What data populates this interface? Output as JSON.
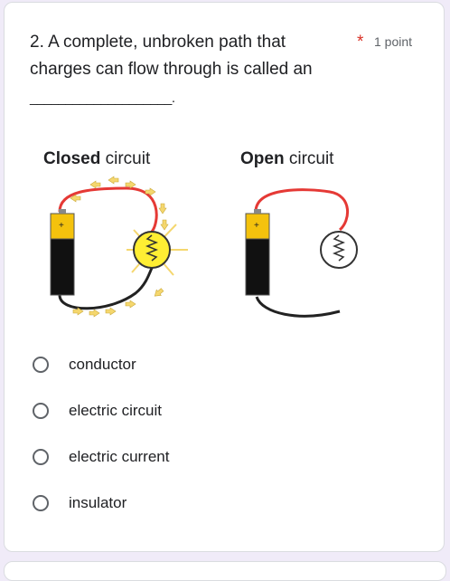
{
  "question": {
    "text": "2. A complete, unbroken path that charges can flow through is called an",
    "blank": "____________________.",
    "required_marker": "*",
    "points": "1 point"
  },
  "figure": {
    "closed_title_bold": "Closed",
    "closed_title_rest": " circuit",
    "open_title_bold": "Open",
    "open_title_rest": " circuit",
    "plus_sign": "+",
    "colors": {
      "battery_top": "#f4c20d",
      "battery_body": "#111111",
      "wire_red": "#e53935",
      "wire_black": "#222222",
      "bulb_lit": "#ffee33",
      "arrow": "#f5d76e"
    }
  },
  "options": [
    {
      "label": "conductor"
    },
    {
      "label": "electric circuit"
    },
    {
      "label": "electric current"
    },
    {
      "label": "insulator"
    }
  ]
}
